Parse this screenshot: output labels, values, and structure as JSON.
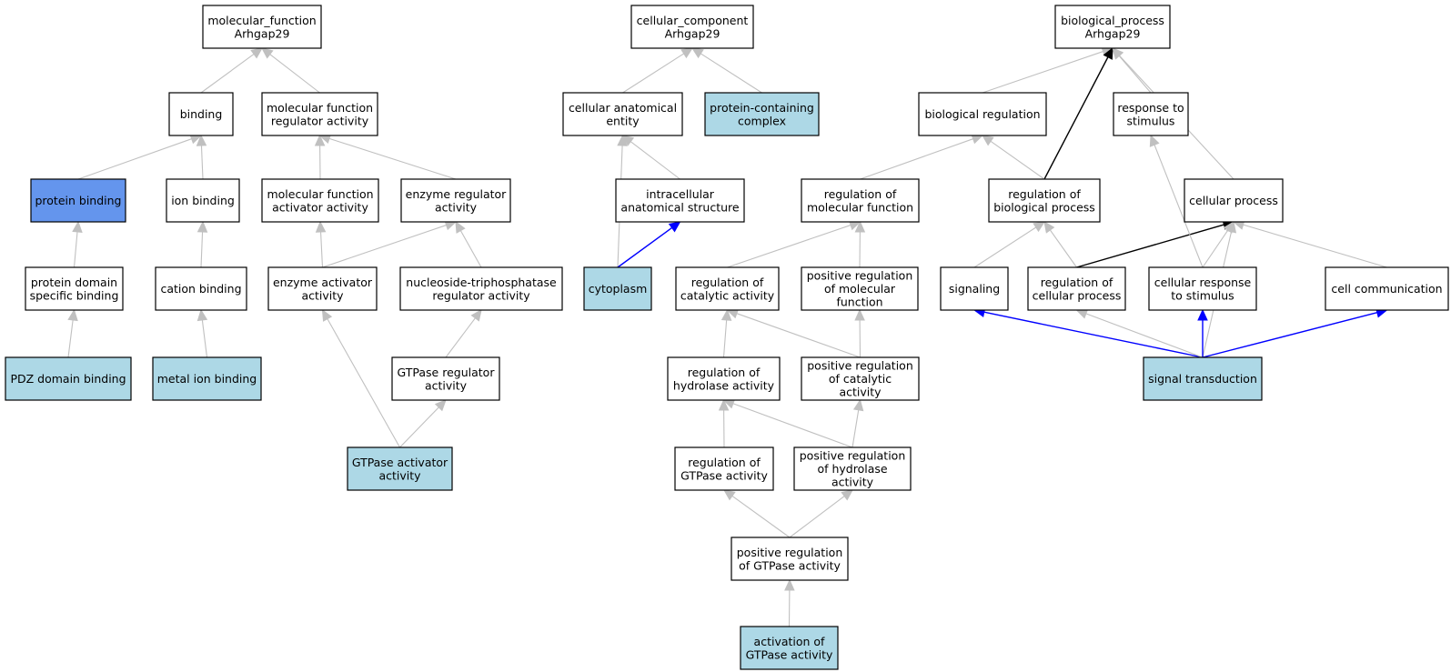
{
  "colors": {
    "default_fill": "#ffffff",
    "highlight_fill": "#add8e6",
    "strong_fill": "#6495ed",
    "edge_gray": "#c0c0c0",
    "edge_black": "#000000",
    "edge_blue": "#0000ff"
  },
  "nodes": [
    {
      "id": "mf",
      "lines": [
        "molecular_function",
        "Arhgap29"
      ],
      "style": "default"
    },
    {
      "id": "binding",
      "lines": [
        "binding"
      ],
      "style": "default"
    },
    {
      "id": "mfra",
      "lines": [
        "molecular function",
        "regulator activity"
      ],
      "style": "default"
    },
    {
      "id": "protbind",
      "lines": [
        "protein binding"
      ],
      "style": "strong"
    },
    {
      "id": "ionbind",
      "lines": [
        "ion binding"
      ],
      "style": "default"
    },
    {
      "id": "mfaa",
      "lines": [
        "molecular function",
        "activator activity"
      ],
      "style": "default"
    },
    {
      "id": "enzreg",
      "lines": [
        "enzyme regulator",
        "activity"
      ],
      "style": "default"
    },
    {
      "id": "pdsb",
      "lines": [
        "protein domain",
        "specific binding"
      ],
      "style": "default"
    },
    {
      "id": "cation",
      "lines": [
        "cation binding"
      ],
      "style": "default"
    },
    {
      "id": "enzact",
      "lines": [
        "enzyme activator",
        "activity"
      ],
      "style": "default"
    },
    {
      "id": "ntpreg",
      "lines": [
        "nucleoside-triphosphatase",
        "regulator activity"
      ],
      "style": "default"
    },
    {
      "id": "pdz",
      "lines": [
        "PDZ domain binding"
      ],
      "style": "highlight"
    },
    {
      "id": "metal",
      "lines": [
        "metal ion binding"
      ],
      "style": "highlight"
    },
    {
      "id": "gtpreg",
      "lines": [
        "GTPase regulator",
        "activity"
      ],
      "style": "default"
    },
    {
      "id": "gtpact",
      "lines": [
        "GTPase activator",
        "activity"
      ],
      "style": "highlight"
    },
    {
      "id": "cc",
      "lines": [
        "cellular_component",
        "Arhgap29"
      ],
      "style": "default"
    },
    {
      "id": "cae",
      "lines": [
        "cellular anatomical",
        "entity"
      ],
      "style": "default"
    },
    {
      "id": "pcc",
      "lines": [
        "protein-containing",
        "complex"
      ],
      "style": "highlight"
    },
    {
      "id": "ias",
      "lines": [
        "intracellular",
        "anatomical structure"
      ],
      "style": "default"
    },
    {
      "id": "cyto",
      "lines": [
        "cytoplasm"
      ],
      "style": "highlight"
    },
    {
      "id": "bp",
      "lines": [
        "biological_process",
        "Arhgap29"
      ],
      "style": "default"
    },
    {
      "id": "bioreg",
      "lines": [
        "biological regulation"
      ],
      "style": "default"
    },
    {
      "id": "resp",
      "lines": [
        "response to",
        "stimulus"
      ],
      "style": "default"
    },
    {
      "id": "regmf",
      "lines": [
        "regulation of",
        "molecular function"
      ],
      "style": "default"
    },
    {
      "id": "regbp",
      "lines": [
        "regulation of",
        "biological process"
      ],
      "style": "default"
    },
    {
      "id": "cellproc",
      "lines": [
        "cellular process"
      ],
      "style": "default"
    },
    {
      "id": "regcat",
      "lines": [
        "regulation of",
        "catalytic activity"
      ],
      "style": "default"
    },
    {
      "id": "posregmf",
      "lines": [
        "positive regulation",
        "of molecular",
        "function"
      ],
      "style": "default"
    },
    {
      "id": "signaling",
      "lines": [
        "signaling"
      ],
      "style": "default"
    },
    {
      "id": "regcp",
      "lines": [
        "regulation of",
        "cellular process"
      ],
      "style": "default"
    },
    {
      "id": "crs",
      "lines": [
        "cellular response",
        "to stimulus"
      ],
      "style": "default"
    },
    {
      "id": "cellcomm",
      "lines": [
        "cell communication"
      ],
      "style": "default"
    },
    {
      "id": "reghyd",
      "lines": [
        "regulation of",
        "hydrolase activity"
      ],
      "style": "default"
    },
    {
      "id": "posregcat",
      "lines": [
        "positive regulation",
        "of catalytic",
        "activity"
      ],
      "style": "default"
    },
    {
      "id": "sigtrans",
      "lines": [
        "signal transduction"
      ],
      "style": "highlight"
    },
    {
      "id": "reggtp",
      "lines": [
        "regulation of",
        "GTPase activity"
      ],
      "style": "default"
    },
    {
      "id": "posreghyd",
      "lines": [
        "positive regulation",
        "of hydrolase",
        "activity"
      ],
      "style": "default"
    },
    {
      "id": "posreggtp",
      "lines": [
        "positive regulation",
        "of GTPase activity"
      ],
      "style": "default"
    },
    {
      "id": "actgtp",
      "lines": [
        "activation of",
        "GTPase activity"
      ],
      "style": "highlight"
    }
  ],
  "edges": [
    {
      "from": "binding",
      "to": "mf",
      "kind": "gray"
    },
    {
      "from": "mfra",
      "to": "mf",
      "kind": "gray"
    },
    {
      "from": "protbind",
      "to": "binding",
      "kind": "gray"
    },
    {
      "from": "ionbind",
      "to": "binding",
      "kind": "gray"
    },
    {
      "from": "mfaa",
      "to": "mfra",
      "kind": "gray"
    },
    {
      "from": "enzreg",
      "to": "mfra",
      "kind": "gray"
    },
    {
      "from": "pdsb",
      "to": "protbind",
      "kind": "gray"
    },
    {
      "from": "cation",
      "to": "ionbind",
      "kind": "gray"
    },
    {
      "from": "enzact",
      "to": "mfaa",
      "kind": "gray"
    },
    {
      "from": "enzact",
      "to": "enzreg",
      "kind": "gray"
    },
    {
      "from": "ntpreg",
      "to": "enzreg",
      "kind": "gray"
    },
    {
      "from": "pdz",
      "to": "pdsb",
      "kind": "gray"
    },
    {
      "from": "metal",
      "to": "cation",
      "kind": "gray"
    },
    {
      "from": "gtpreg",
      "to": "ntpreg",
      "kind": "gray"
    },
    {
      "from": "gtpact",
      "to": "enzact",
      "kind": "gray"
    },
    {
      "from": "gtpact",
      "to": "gtpreg",
      "kind": "gray"
    },
    {
      "from": "cae",
      "to": "cc",
      "kind": "gray"
    },
    {
      "from": "pcc",
      "to": "cc",
      "kind": "gray"
    },
    {
      "from": "ias",
      "to": "cae",
      "kind": "gray"
    },
    {
      "from": "cyto",
      "to": "cae",
      "kind": "gray"
    },
    {
      "from": "cyto",
      "to": "ias",
      "kind": "blue"
    },
    {
      "from": "bioreg",
      "to": "bp",
      "kind": "gray"
    },
    {
      "from": "resp",
      "to": "bp",
      "kind": "gray"
    },
    {
      "from": "regbp",
      "to": "bp",
      "kind": "black"
    },
    {
      "from": "cellproc",
      "to": "bp",
      "kind": "gray"
    },
    {
      "from": "regmf",
      "to": "bioreg",
      "kind": "gray"
    },
    {
      "from": "regbp",
      "to": "bioreg",
      "kind": "gray"
    },
    {
      "from": "regcat",
      "to": "regmf",
      "kind": "gray"
    },
    {
      "from": "posregmf",
      "to": "regmf",
      "kind": "gray"
    },
    {
      "from": "signaling",
      "to": "regbp",
      "kind": "gray"
    },
    {
      "from": "regcp",
      "to": "regbp",
      "kind": "gray"
    },
    {
      "from": "regcp",
      "to": "cellproc",
      "kind": "black"
    },
    {
      "from": "crs",
      "to": "cellproc",
      "kind": "gray"
    },
    {
      "from": "crs",
      "to": "resp",
      "kind": "gray"
    },
    {
      "from": "cellcomm",
      "to": "cellproc",
      "kind": "gray"
    },
    {
      "from": "sigtrans",
      "to": "cellproc",
      "kind": "gray"
    },
    {
      "from": "reghyd",
      "to": "regcat",
      "kind": "gray"
    },
    {
      "from": "posregcat",
      "to": "regcat",
      "kind": "gray"
    },
    {
      "from": "posregcat",
      "to": "posregmf",
      "kind": "gray"
    },
    {
      "from": "sigtrans",
      "to": "signaling",
      "kind": "blue"
    },
    {
      "from": "sigtrans",
      "to": "regcp",
      "kind": "gray"
    },
    {
      "from": "sigtrans",
      "to": "crs",
      "kind": "blue"
    },
    {
      "from": "sigtrans",
      "to": "cellcomm",
      "kind": "blue"
    },
    {
      "from": "reggtp",
      "to": "reghyd",
      "kind": "gray"
    },
    {
      "from": "posreghyd",
      "to": "reghyd",
      "kind": "gray"
    },
    {
      "from": "posreghyd",
      "to": "posregcat",
      "kind": "gray"
    },
    {
      "from": "posreggtp",
      "to": "reggtp",
      "kind": "gray"
    },
    {
      "from": "posreggtp",
      "to": "posreghyd",
      "kind": "gray"
    },
    {
      "from": "actgtp",
      "to": "posreggtp",
      "kind": "gray"
    }
  ]
}
